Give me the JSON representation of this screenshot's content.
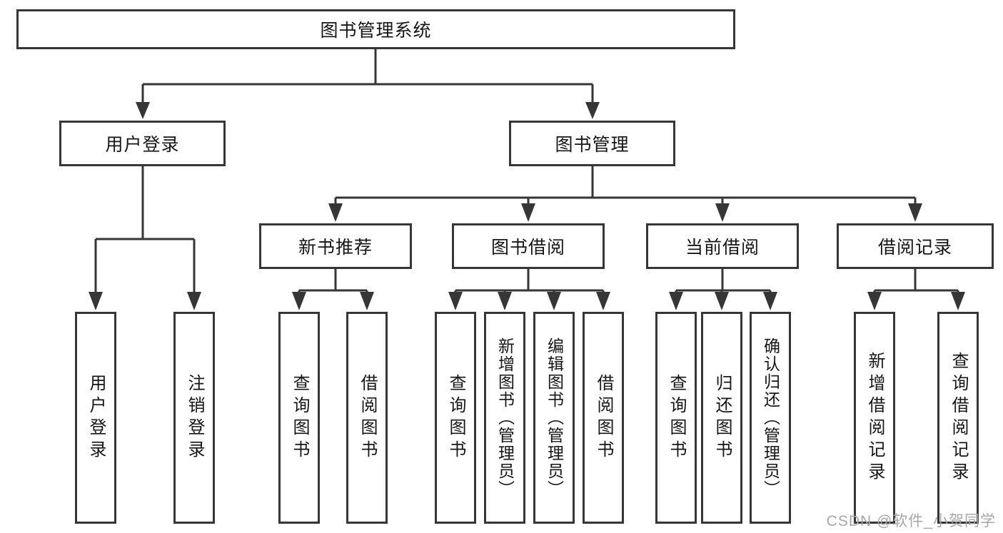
{
  "tree": {
    "root": {
      "label": "图书管理系统"
    },
    "level2": [
      {
        "label": "用户登录",
        "children": [
          {
            "label": "用户登录"
          },
          {
            "label": "注销登录"
          }
        ]
      },
      {
        "label": "图书管理",
        "children": [
          {
            "label": "新书推荐",
            "children": [
              {
                "label": "查询图书"
              },
              {
                "label": "借阅图书"
              }
            ]
          },
          {
            "label": "图书借阅",
            "children": [
              {
                "label": "查询图书"
              },
              {
                "label": "新增图书（管理员）"
              },
              {
                "label": "编辑图书（管理员）"
              },
              {
                "label": "借阅图书"
              }
            ]
          },
          {
            "label": "当前借阅",
            "children": [
              {
                "label": "查询图书"
              },
              {
                "label": "归还图书"
              },
              {
                "label": "确认归还（管理员）"
              }
            ]
          },
          {
            "label": "借阅记录",
            "children": [
              {
                "label": "新增借阅记录"
              },
              {
                "label": "查询借阅记录"
              }
            ]
          }
        ]
      }
    ]
  },
  "watermark": {
    "text": "CSDN @软件_小贺同学"
  },
  "colors": {
    "line": "#363636",
    "text": "#161616",
    "background": "#ffffff",
    "watermark": "#a6a6a6"
  }
}
